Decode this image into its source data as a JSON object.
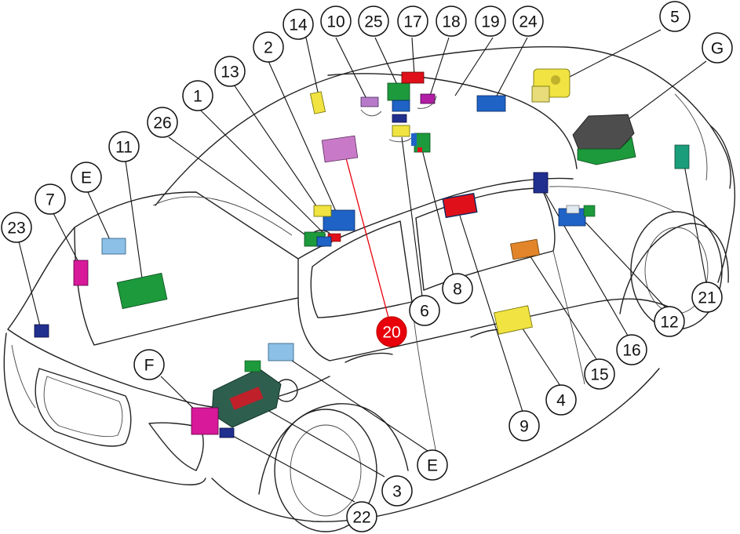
{
  "colors": {
    "highlight_fill": "#e8000b",
    "highlight_text": "#ffffff",
    "highlight_leader": "#e8000b",
    "module_blue": "#1f63c6",
    "module_lightblue": "#8cc0e6",
    "module_green": "#1c9a3c",
    "module_magenta": "#d7199a",
    "module_purple": "#b67ac8",
    "module_yellow": "#f1e341",
    "module_red": "#e0101a",
    "module_orange": "#e2852a",
    "module_darkblue": "#21308f",
    "module_darkgray": "#4d4d4d",
    "module_teal": "#1a9d7a",
    "module_teal_dark": "#2e5e4e"
  },
  "highlighted_callout": "20",
  "callouts": [
    {
      "id": "c-14",
      "label": "14"
    },
    {
      "id": "c-10",
      "label": "10"
    },
    {
      "id": "c-25",
      "label": "25"
    },
    {
      "id": "c-17",
      "label": "17"
    },
    {
      "id": "c-18",
      "label": "18"
    },
    {
      "id": "c-19",
      "label": "19"
    },
    {
      "id": "c-24",
      "label": "24"
    },
    {
      "id": "c-5",
      "label": "5"
    },
    {
      "id": "c-G",
      "label": "G"
    },
    {
      "id": "c-2",
      "label": "2"
    },
    {
      "id": "c-13",
      "label": "13"
    },
    {
      "id": "c-1",
      "label": "1"
    },
    {
      "id": "c-26",
      "label": "26"
    },
    {
      "id": "c-11",
      "label": "11"
    },
    {
      "id": "c-E-top",
      "label": "E"
    },
    {
      "id": "c-7",
      "label": "7"
    },
    {
      "id": "c-23",
      "label": "23"
    },
    {
      "id": "c-21",
      "label": "21"
    },
    {
      "id": "c-12",
      "label": "12"
    },
    {
      "id": "c-16",
      "label": "16"
    },
    {
      "id": "c-15",
      "label": "15"
    },
    {
      "id": "c-4",
      "label": "4"
    },
    {
      "id": "c-9",
      "label": "9"
    },
    {
      "id": "c-8",
      "label": "8"
    },
    {
      "id": "c-6",
      "label": "6"
    },
    {
      "id": "c-20",
      "label": "20"
    },
    {
      "id": "c-F",
      "label": "F"
    },
    {
      "id": "c-E-bottom",
      "label": "E"
    },
    {
      "id": "c-3",
      "label": "3"
    },
    {
      "id": "c-22",
      "label": "22"
    }
  ]
}
